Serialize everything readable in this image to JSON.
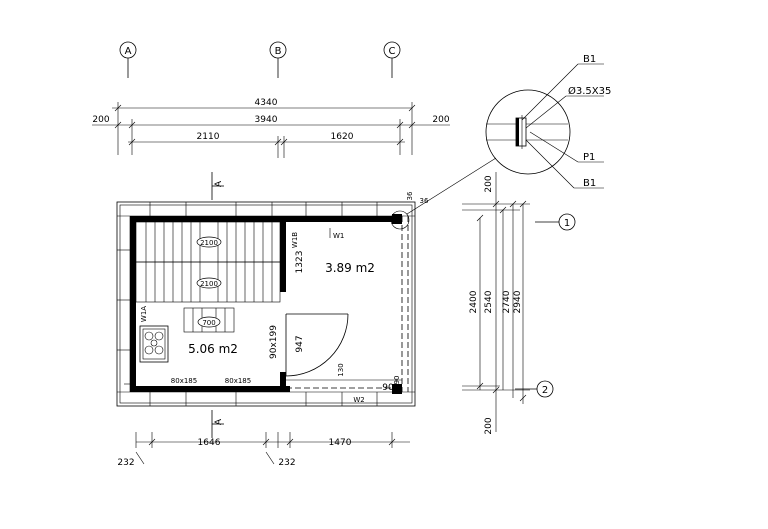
{
  "grid_axes": {
    "columns": [
      "A",
      "B",
      "C"
    ],
    "rows": [
      "1",
      "2"
    ]
  },
  "dimensions_top": {
    "overall": "4340",
    "inner": "3940",
    "left_offset": "200",
    "right_offset": "200",
    "span_ab": "2110",
    "span_bc": "1620"
  },
  "dimensions_right": {
    "top_offset": "200",
    "bottom_offset": "200",
    "d1": "2400",
    "d2": "2540",
    "d3": "2740",
    "d4": "2940"
  },
  "dimensions_bottom": {
    "span_left": "1646",
    "span_right": "1470",
    "wall_left": "232",
    "wall_right": "232"
  },
  "rooms": {
    "room_upper": "3.89 m2",
    "room_lower": "5.06 m2"
  },
  "labels": {
    "bench_upper": "2100",
    "bench_middle": "2100",
    "bench_lower": "700",
    "vert_1323": "1323",
    "door_size": "90x199",
    "dim_947": "947",
    "dim_130": "130",
    "dim_90": "90",
    "dim_90b": "90",
    "dim_36a": "36",
    "dim_36b": "36",
    "win_left": "80x185",
    "win_right": "80x185",
    "wall_w1": "W1",
    "wall_w1b": "W1B",
    "wall_w1a": "W1A",
    "wall_w2": "W2",
    "section_top": "A",
    "section_bottom": "A"
  },
  "detail": {
    "callout_b1_top": "B1",
    "callout_screw": "Ø3.5X35",
    "callout_p1": "P1",
    "callout_b1_bottom": "B1"
  }
}
